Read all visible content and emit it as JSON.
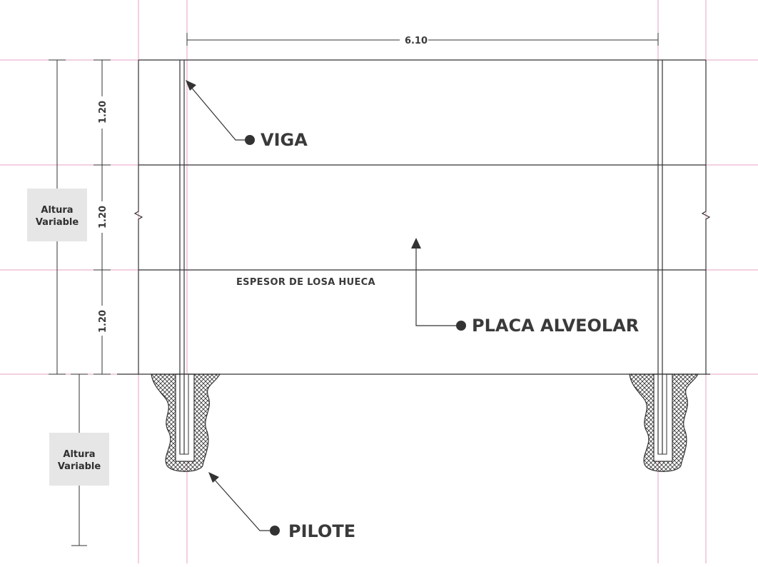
{
  "dimensions": {
    "span": "6.10",
    "rows": [
      "1.20",
      "1.20",
      "1.20"
    ]
  },
  "height_boxes": [
    {
      "line1": "Altura",
      "line2": "Variable"
    },
    {
      "line1": "Altura",
      "line2": "Variable"
    }
  ],
  "callouts": {
    "viga": "VIGA",
    "placa": "PLACA ALVEOLAR",
    "pilote": "PILOTE"
  },
  "note": "ESPESOR DE LOSA HUECA",
  "colors": {
    "line": "#333333",
    "guide": "#e6a2c4",
    "label_box": "#e6e6e6",
    "text": "#3a3a3a"
  }
}
